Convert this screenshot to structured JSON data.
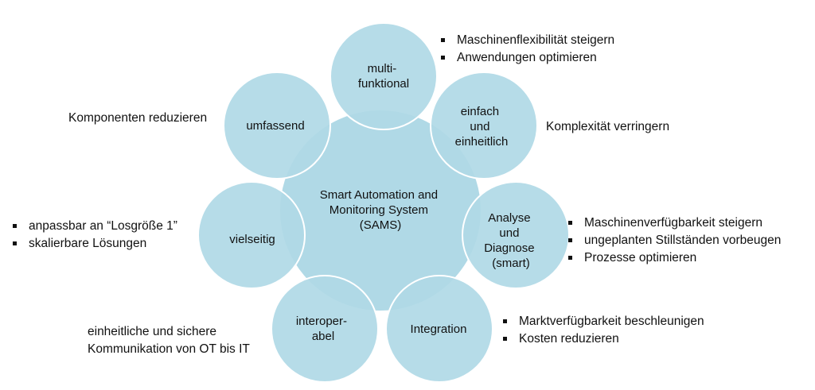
{
  "colors": {
    "circle_fill": "#b0d9e6",
    "circle_overlap": "#9fcfdf",
    "circle_stroke": "#ffffff",
    "text": "#111111"
  },
  "center": {
    "lines": [
      "Smart Automation and",
      "Monitoring System",
      "(SAMS)"
    ]
  },
  "features": [
    {
      "id": "multifunktional",
      "lines": [
        "multi-",
        "funktional"
      ]
    },
    {
      "id": "einfach",
      "lines": [
        "einfach",
        "und",
        "einheitlich"
      ]
    },
    {
      "id": "analyse",
      "lines": [
        "Analyse",
        "und",
        "Diagnose",
        "(smart)"
      ]
    },
    {
      "id": "integration",
      "lines": [
        "Integration"
      ]
    },
    {
      "id": "interoperabel",
      "lines": [
        "interoper-",
        "abel"
      ]
    },
    {
      "id": "vielseitig",
      "lines": [
        "vielseitig"
      ]
    },
    {
      "id": "umfassend",
      "lines": [
        "umfassend"
      ]
    }
  ],
  "annotations": {
    "multifunktional": {
      "bullets": [
        "Maschinenflexibilität steigern",
        "Anwendungen optimieren"
      ]
    },
    "einfach": {
      "text": "Komplexität verringern"
    },
    "analyse": {
      "bullets": [
        "Maschinenverfügbarkeit steigern",
        "ungeplanten Stillständen vorbeugen",
        "Prozesse optimieren"
      ]
    },
    "integration": {
      "bullets": [
        "Marktverfügbarkeit beschleunigen",
        "Kosten reduzieren"
      ]
    },
    "interoperabel": {
      "lines": [
        "einheitliche und sichere",
        "Kommunikation von OT bis IT"
      ]
    },
    "vielseitig": {
      "bullets": [
        "anpassbar an “Losgröße 1”",
        "skalierbare Lösungen"
      ]
    },
    "umfassend": {
      "text": "Komponenten reduzieren"
    }
  }
}
